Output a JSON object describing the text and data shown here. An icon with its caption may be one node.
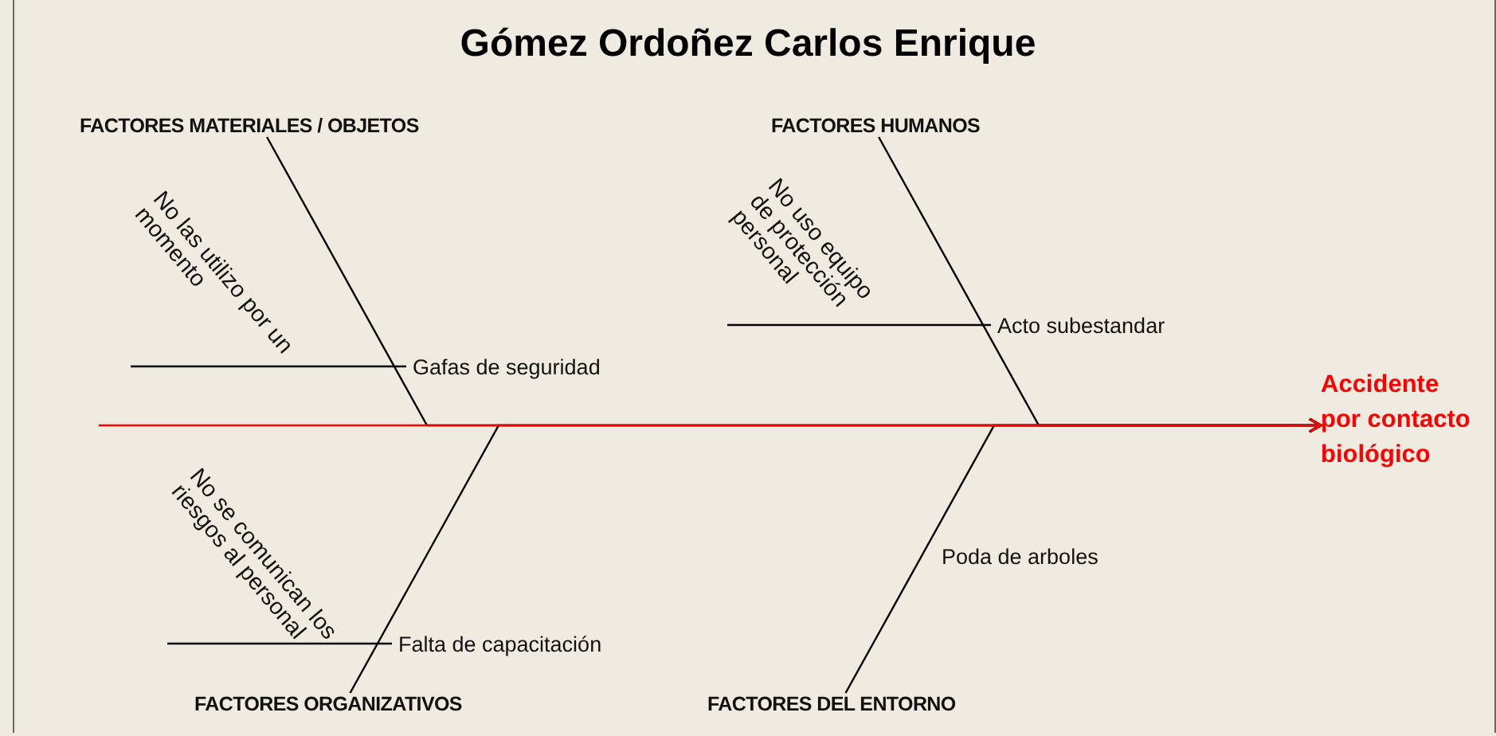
{
  "diagram": {
    "title": "Gómez Ordoñez Carlos Enrique",
    "nodes": [
      {
        "text": [
          "FACTORES MATERIALES / OBJETOS"
        ]
      },
      {
        "text": [
          "FACTORES HUMANOS"
        ]
      },
      {
        "text": [
          "Gafas de seguridad"
        ]
      },
      {
        "text": [
          "No las utilizo por un momento"
        ]
      },
      {
        "text": [
          "Acto subestandar"
        ]
      },
      {
        "text": [
          "No uso equipo de protección personal"
        ]
      },
      {
        "text": [
          "Accidente por contacto biológico"
        ]
      },
      {
        "text": [
          "No se comunican los riesgos al personal"
        ]
      },
      {
        "text": [
          "Falta de capacitación"
        ]
      },
      {
        "text": [
          "Poda de arboles"
        ]
      },
      {
        "text": [
          "FACTORES ORGANIZATIVOS"
        ]
      },
      {
        "text": [
          "FACTORES DEL ENTORNO"
        ]
      }
    ],
    "edges": [
      {
        "from": null,
        "to": 6,
        "arrow": "to",
        "color": "#ff0000"
      },
      {
        "from": 0,
        "to": 6,
        "arrow": "to"
      },
      {
        "from": 1,
        "to": 6,
        "arrow": "to"
      },
      {
        "from": 10,
        "to": 6,
        "arrow": "to"
      },
      {
        "from": 11,
        "to": 6,
        "arrow": "to"
      },
      {
        "from": 3,
        "to": 2,
        "arrow": "none"
      },
      {
        "from": 5,
        "to": 4,
        "arrow": "none"
      },
      {
        "from": 7,
        "to": 8,
        "arrow": "none"
      }
    ]
  }
}
